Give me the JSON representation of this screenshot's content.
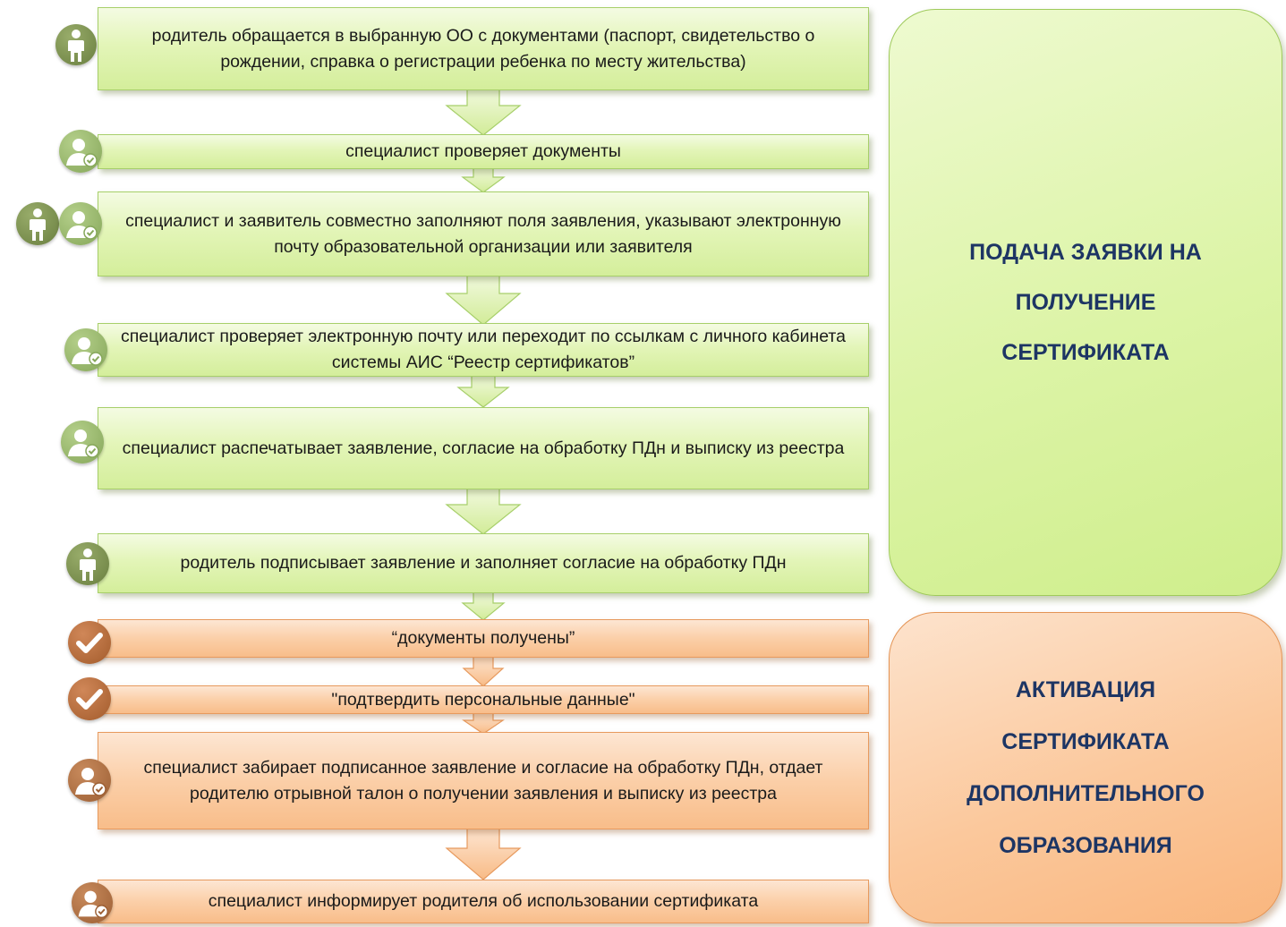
{
  "steps": [
    {
      "text": "родитель обращается в выбранную ОО с документами (паспорт, свидетельство о рождении, справка о регистрации ребенка по месту жительства)"
    },
    {
      "text": "специалист проверяет документы"
    },
    {
      "text": "специалист и заявитель совместно заполняют поля заявления, указывают электронную почту образовательной организации  или заявителя"
    },
    {
      "text": "специалист проверяет электронную почту или переходит по ссылкам с личного кабинета системы АИС “Реестр сертификатов”"
    },
    {
      "text": "специалист распечатывает заявление, согласие на обработку ПДн и выписку из реестра"
    },
    {
      "text": "родитель подписывает заявление и заполняет согласие на обработку ПДн"
    },
    {
      "text": "“документы получены”"
    },
    {
      "text": "\"подтвердить персональные данные\""
    },
    {
      "text": "специалист забирает подписанное заявление и согласие на обработку ПДн, отдает родителю отрывной талон о получении заявления и выписку из реестра"
    },
    {
      "text": "специалист информирует родителя об использовании сертификата"
    }
  ],
  "panels": {
    "submission": {
      "lines": [
        "ПОДАЧА ЗАЯВКИ НА",
        "ПОЛУЧЕНИЕ",
        "СЕРТИФИКАТА"
      ]
    },
    "activation": {
      "lines": [
        "АКТИВАЦИЯ",
        "СЕРТИФИКАТА",
        "ДОПОЛНИТЕЛЬНОГО",
        "ОБРАЗОВАНИЯ"
      ]
    }
  },
  "icons": {
    "parent": "parent-person-icon",
    "specialist": "specialist-person-check-icon",
    "status": "checkmark-icon"
  },
  "colors": {
    "green_fill": "#dcf4a6",
    "green_border": "#9fca5c",
    "orange_fill": "#fbc89c",
    "orange_border": "#e49455",
    "panel_text": "#1d3564"
  }
}
